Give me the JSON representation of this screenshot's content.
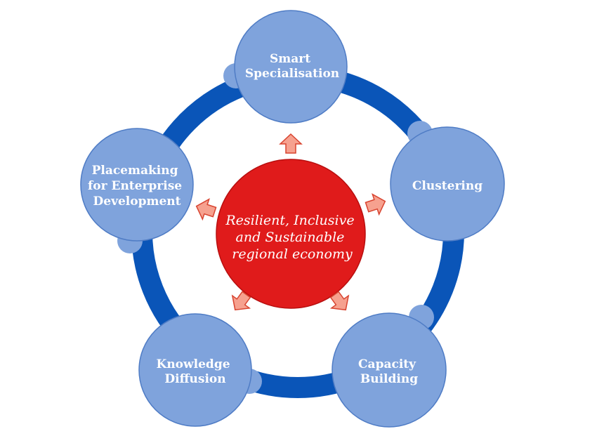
{
  "colors": {
    "ring": "#0a55b8",
    "node_fill": "#7fa3dc",
    "node_stroke": "#4f7cc5",
    "center_fill": "#e01b1b",
    "center_stroke": "#b80f0f",
    "arrow_fill": "#f6a18f",
    "arrow_stroke": "#d8432f",
    "text": "#ffffff"
  },
  "center": {
    "lines": [
      "Resilient, Inclusive",
      "and Sustainable",
      "regional economy"
    ]
  },
  "nodes": [
    {
      "id": "smart-specialisation",
      "lines": [
        "Smart",
        "Specialisation"
      ]
    },
    {
      "id": "clustering",
      "lines": [
        "Clustering"
      ]
    },
    {
      "id": "capacity-building",
      "lines": [
        "Capacity",
        "Building"
      ]
    },
    {
      "id": "knowledge-diffusion",
      "lines": [
        "Knowledge",
        "Diffusion"
      ]
    },
    {
      "id": "placemaking",
      "lines": [
        "Placemaking",
        "for Enterprise",
        "Development"
      ]
    }
  ]
}
